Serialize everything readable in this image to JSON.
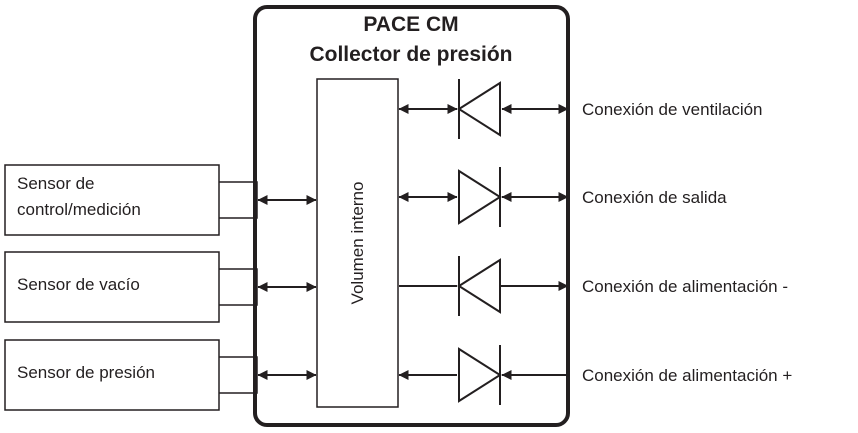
{
  "manifold": {
    "title_line1": "PACE CM",
    "title_line2": "Collector de presión",
    "internal_volume_label": "Volumen interno"
  },
  "sensors": [
    {
      "line1": "Sensor de",
      "line2": "control/medición"
    },
    {
      "line1": "Sensor de vacío",
      "line2": ""
    },
    {
      "line1": "Sensor de presión",
      "line2": ""
    }
  ],
  "connections": [
    {
      "label": "Conexión de ventilación",
      "valve_direction": "left",
      "flow": "bidirectional"
    },
    {
      "label": "Conexión de salida",
      "valve_direction": "right",
      "flow": "bidirectional"
    },
    {
      "label": "Conexión de alimentación -",
      "valve_direction": "left",
      "flow": "outward"
    },
    {
      "label": "Conexión de alimentación +",
      "valve_direction": "right",
      "flow": "inward"
    }
  ],
  "colors": {
    "ink": "#231f20",
    "background": "#ffffff"
  }
}
